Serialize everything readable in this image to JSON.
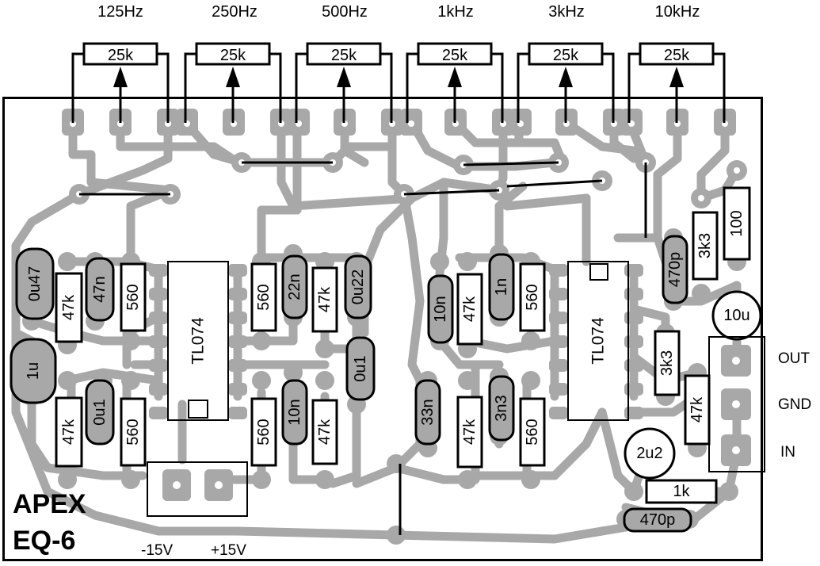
{
  "title": {
    "line1": "APEX",
    "line2": "EQ-6"
  },
  "frequencies": [
    "125Hz",
    "250Hz",
    "500Hz",
    "1kHz",
    "3kHz",
    "10kHz"
  ],
  "pots": [
    "25k",
    "25k",
    "25k",
    "25k",
    "25k",
    "25k"
  ],
  "ics": [
    "TL074",
    "TL074"
  ],
  "components": {
    "left_block": [
      "0u47",
      "47k",
      "47n",
      "560",
      "1u",
      "47k",
      "0u1",
      "560"
    ],
    "middle_block": [
      "560",
      "22n",
      "47k",
      "0u22",
      "0u1",
      "560",
      "10n",
      "47k"
    ],
    "right_block": [
      "10n",
      "47k",
      "1n",
      "560",
      "33n",
      "47k",
      "3n3",
      "560"
    ],
    "output_block": [
      "470p",
      "3k3",
      "100",
      "10u",
      "3k3",
      "47k",
      "2u2",
      "1k",
      "470p"
    ]
  },
  "connector": [
    "OUT",
    "GND",
    "IN"
  ],
  "power": [
    "-15V",
    "+15V"
  ]
}
